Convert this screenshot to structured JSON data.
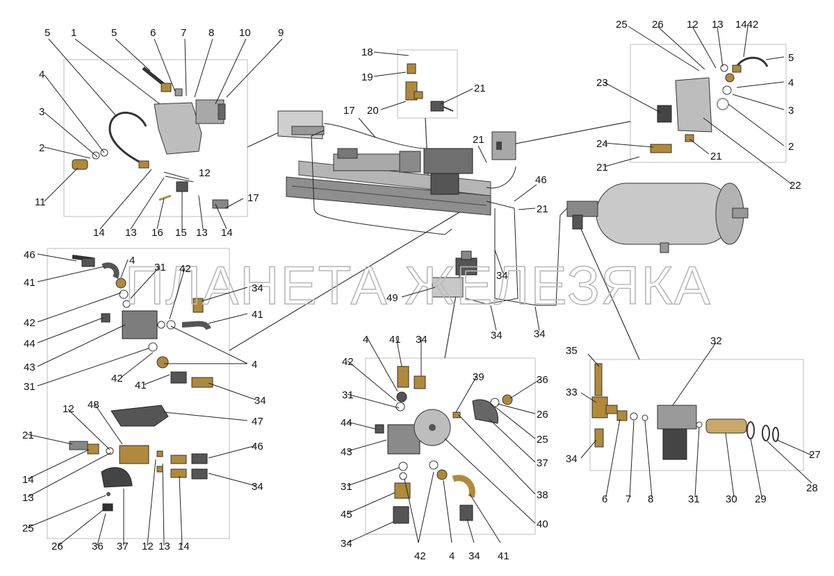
{
  "diagram": {
    "watermark": "ПЛАНЕТА ЖЕЛЕЗЯКА",
    "callouts": {
      "p1": [
        "5",
        "1",
        "5",
        "6",
        "7",
        "8",
        "10",
        "9",
        "4",
        "3",
        "2",
        "11",
        "12",
        "14",
        "13",
        "16",
        "15",
        "13",
        "14",
        "17"
      ],
      "p2": [
        "18",
        "19",
        "21",
        "20"
      ],
      "p3": [
        "25",
        "26",
        "12",
        "13",
        "1442",
        "5",
        "23",
        "4",
        "3",
        "2",
        "22",
        "24",
        "21",
        "21"
      ],
      "p4": [
        "46",
        "41",
        "4",
        "31",
        "42",
        "34",
        "42",
        "41",
        "44",
        "43",
        "31",
        "42",
        "41",
        "4",
        "34"
      ],
      "p5": [
        "12",
        "48",
        "47",
        "21",
        "46",
        "14",
        "13",
        "34",
        "25",
        "26",
        "36",
        "37",
        "12",
        "13",
        "14"
      ],
      "p6": [
        "4",
        "41",
        "34",
        "42",
        "39",
        "36",
        "31",
        "26",
        "44",
        "25",
        "43",
        "37",
        "31",
        "38",
        "45",
        "40",
        "34",
        "42",
        "4",
        "34",
        "41"
      ],
      "p7": [
        "35",
        "32",
        "33",
        "34",
        "6",
        "7",
        "8",
        "31",
        "30",
        "29",
        "28",
        "27"
      ],
      "main": [
        "17",
        "21",
        "46",
        "21",
        "34",
        "49",
        "34",
        "34"
      ]
    },
    "colors": {
      "line": "#222222",
      "panel_border": "#bdbdbd",
      "metal": "#9a9a9a",
      "brass": "#b08a3a",
      "dark": "#3a3a3a",
      "watermark": "#b8b8b8"
    }
  }
}
